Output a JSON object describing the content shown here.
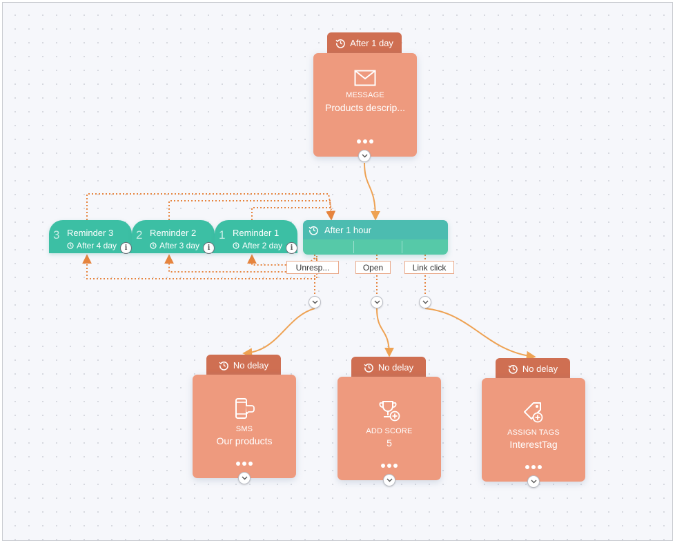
{
  "top_node": {
    "delay": "After 1 day",
    "kind": "MESSAGE",
    "value": "Products descrip..."
  },
  "wait_node": {
    "delay": "After 1 hour"
  },
  "reminders": [
    {
      "num": "3",
      "title": "Reminder 3",
      "delay": "After 4 day"
    },
    {
      "num": "2",
      "title": "Reminder 2",
      "delay": "After 3 day"
    },
    {
      "num": "1",
      "title": "Reminder 1",
      "delay": "After 2 day"
    }
  ],
  "branches": [
    {
      "label": "Unresp..."
    },
    {
      "label": "Open"
    },
    {
      "label": "Link click"
    }
  ],
  "action_nodes": [
    {
      "delay": "No delay",
      "kind": "SMS",
      "value": "Our products",
      "icon": "smartphone-chat-icon"
    },
    {
      "delay": "No delay",
      "kind": "ADD SCORE",
      "value": "5",
      "icon": "trophy-plus-icon"
    },
    {
      "delay": "No delay",
      "kind": "ASSIGN TAGS",
      "value": "InterestTag",
      "icon": "tag-plus-icon"
    }
  ],
  "info_glyph": "i",
  "colors": {
    "action_node": "#ee9a7e",
    "action_tab": "#cf6f52",
    "wait_head": "#4cbcb0",
    "reminder": "#3cbfa4",
    "wire": "#eea253",
    "wire_dotted": "#e6843e"
  }
}
